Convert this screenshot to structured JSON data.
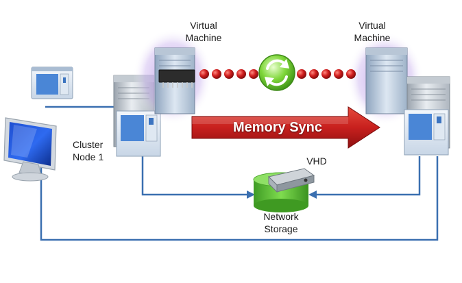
{
  "labels": {
    "vm_left_line1": "Virtual",
    "vm_left_line2": "Machine",
    "vm_right_line1": "Virtual",
    "vm_right_line2": "Machine",
    "cluster_line1": "Cluster",
    "cluster_line2": "Node 1",
    "vhd": "VHD",
    "storage_line1": "Network",
    "storage_line2": "Storage",
    "memory_sync": "Memory Sync"
  },
  "colors": {
    "link_line": "#3a6fb0",
    "sync_dots": "#c41a1a",
    "arrow": "#c8201e",
    "storage": "#5cc437",
    "sync_icon": "#6ccf35",
    "vm_glow": "#b18ee0"
  },
  "icons": [
    "desktop-window-icon",
    "monitor-icon",
    "server-icon",
    "memory-chip-icon",
    "sync-icon",
    "disk-drive-icon",
    "storage-cylinder-icon"
  ]
}
